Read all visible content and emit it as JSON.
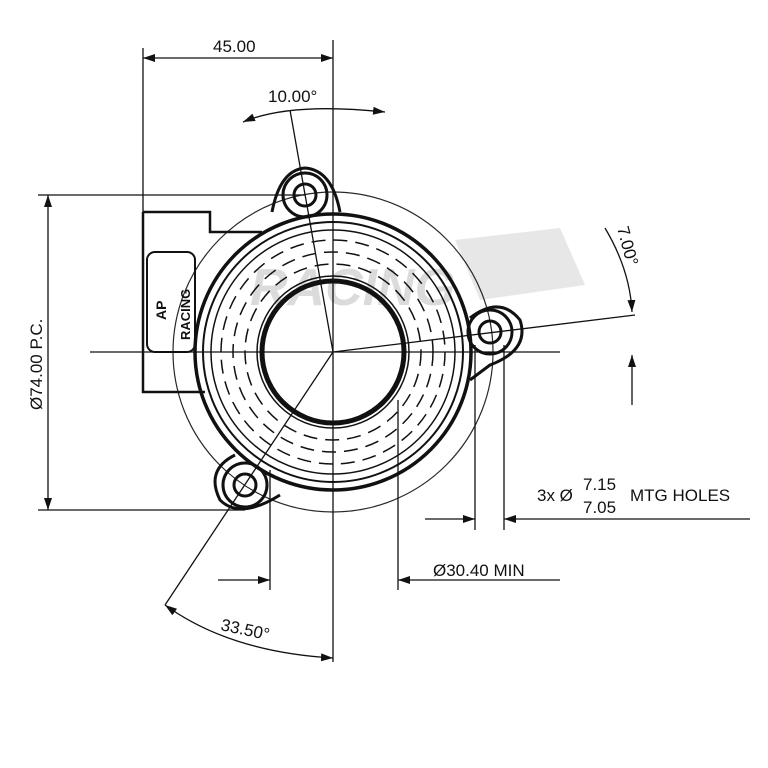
{
  "dimensions": {
    "width": "45.00",
    "angle_top": "10.00°",
    "angle_right": "7.00°",
    "pcd": "Ø74.00 P.C.",
    "holes_prefix": "3x Ø",
    "holes_upper": "7.15",
    "holes_lower": "7.05",
    "holes_suffix": "MTG HOLES",
    "bore": "Ø30.40 MIN",
    "angle_bottom": "33.50°"
  },
  "part_logo": {
    "line1": "AP",
    "line2": "RACING"
  },
  "watermark": "RACING",
  "colors": {
    "line": "#111111",
    "watermark": "#bdbdbd"
  }
}
